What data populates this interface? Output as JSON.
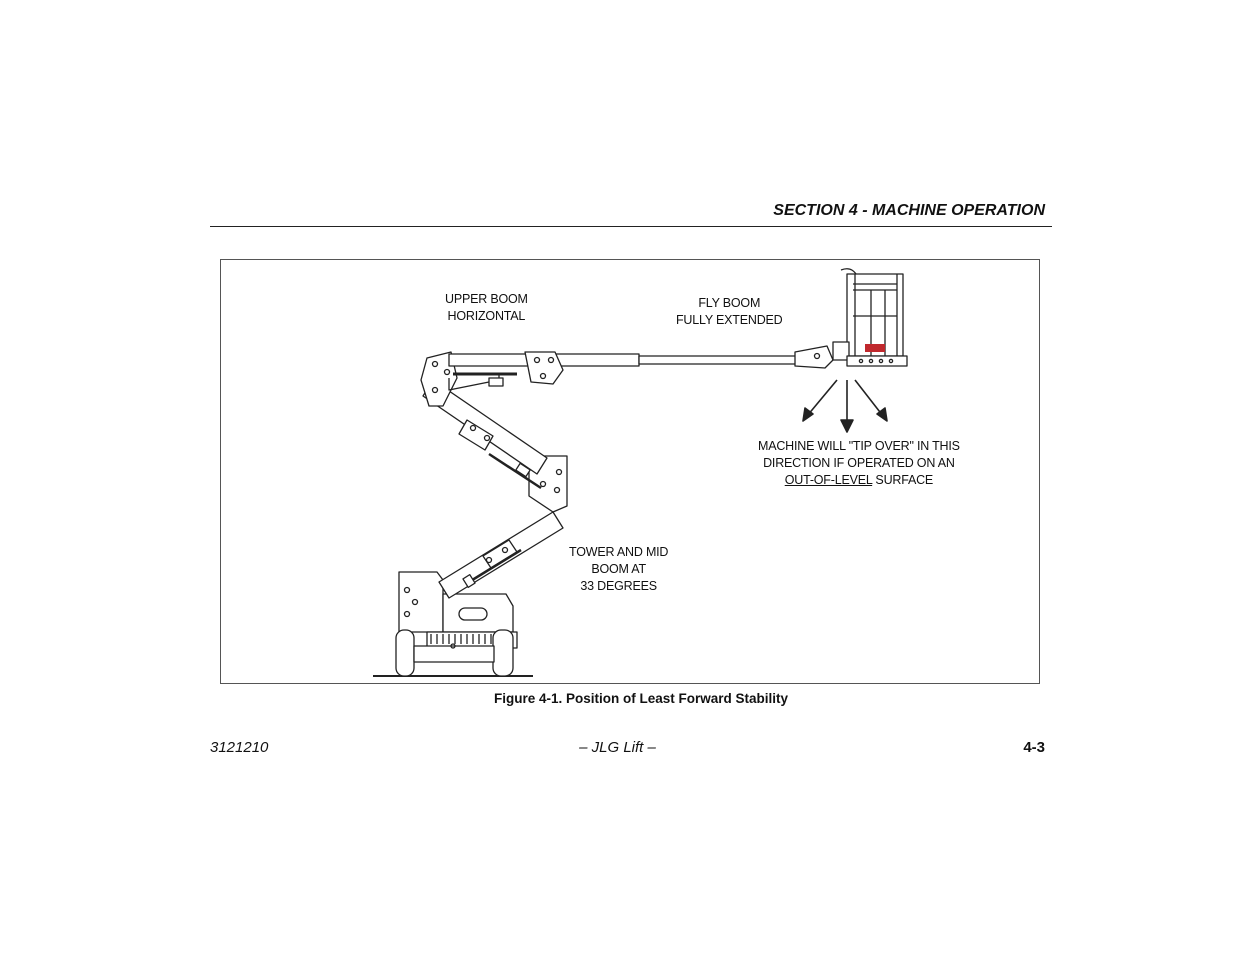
{
  "header": {
    "section_title": "SECTION 4 - MACHINE OPERATION"
  },
  "figure": {
    "labels": {
      "upper_boom_line1": "UPPER BOOM",
      "upper_boom_line2": "HORIZONTAL",
      "fly_boom_line1": "FLY BOOM",
      "fly_boom_line2": "FULLY EXTENDED",
      "tip_line1": "MACHINE WILL \"TIP OVER\" IN THIS",
      "tip_line2": "DIRECTION IF OPERATED ON AN",
      "tip_line3_underlined": "OUT-OF-LEVEL",
      "tip_line3_rest": " SURFACE",
      "tower_line1": "TOWER AND MID",
      "tower_line2": "BOOM AT",
      "tower_line3": "33 DEGREES"
    },
    "caption": "Figure 4-1. Position of Least Forward Stability"
  },
  "footer": {
    "doc_number": "3121210",
    "center": "– JLG Lift –",
    "page_number": "4-3"
  },
  "colors": {
    "platform_logo": "#c0282d",
    "line": "#222222"
  }
}
